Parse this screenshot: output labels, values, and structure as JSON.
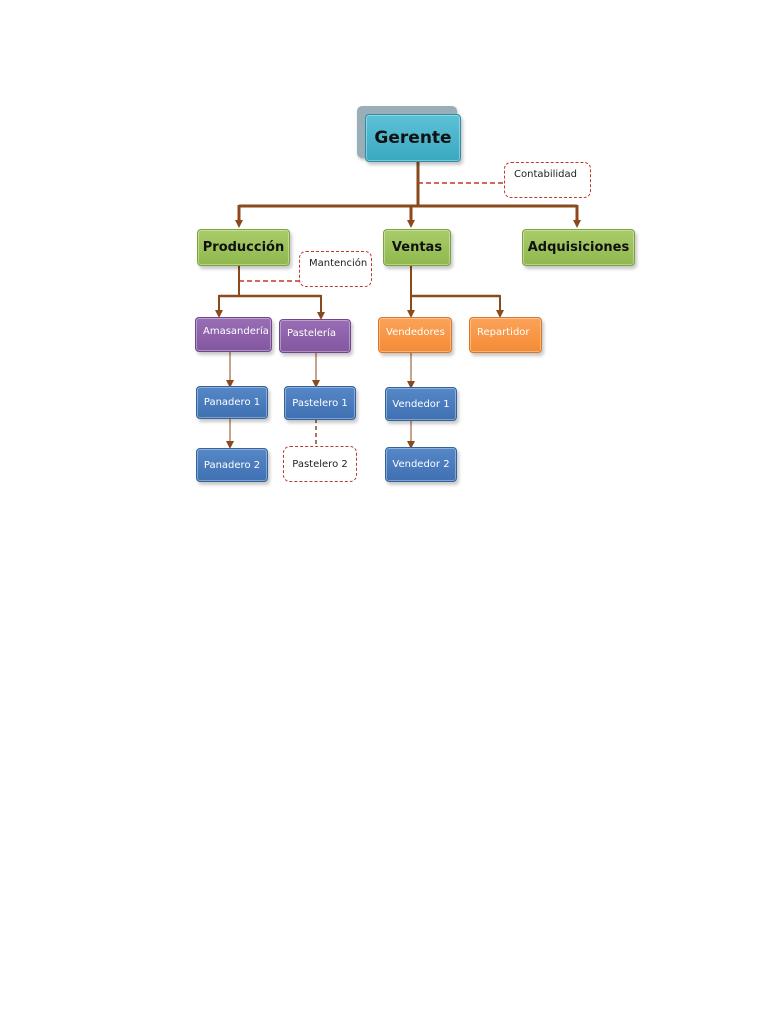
{
  "nodes": {
    "gerente": "Gerente",
    "contabilidad": "Contabilidad",
    "produccion": "Producción",
    "ventas": "Ventas",
    "adquisiciones": "Adquisiciones",
    "mantencion": "Mantención",
    "amasanderia": "Amasandería",
    "pasteleria": "Pastelería",
    "vendedores": "Vendedores",
    "repartidor": "Repartidor",
    "panadero1": "Panadero 1",
    "panadero2": "Panadero 2",
    "pastelero1": "Pastelero 1",
    "pastelero2": "Pastelero 2",
    "vendedor1": "Vendedor 1",
    "vendedor2": "Vendedor 2"
  },
  "colors": {
    "connector": "#8b4a1c",
    "dashed_border": "#c0392b",
    "gerente": "#3aa8c2",
    "departments": "#90b84e",
    "production_units": "#8257a0",
    "sales_units": "#f48b34",
    "staff": "#3f70b2"
  }
}
